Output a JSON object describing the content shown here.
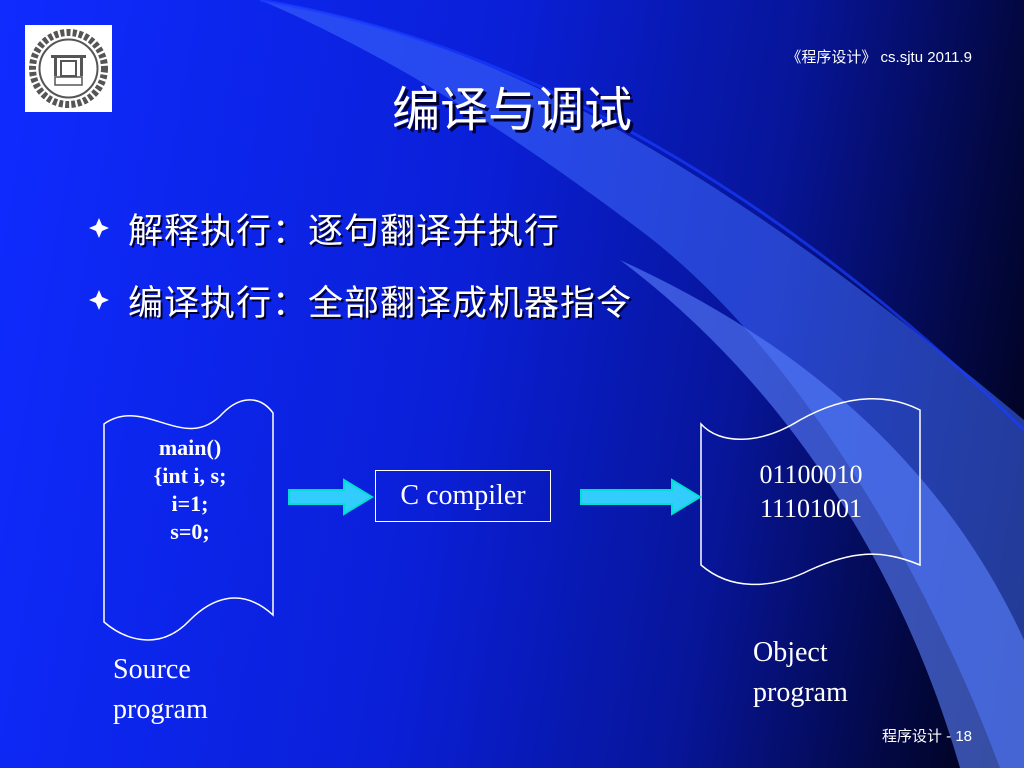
{
  "slide": {
    "header_note": "《程序设计》 cs.sjtu  2011.9",
    "title": "编译与调试",
    "bullets": [
      {
        "text": "解释执行：逐句翻译并执行"
      },
      {
        "text": "编译执行：全部翻译成机器指令"
      }
    ],
    "source_code": "main()\n{int i, s;\ni=1;\ns=0;",
    "compiler_label": "C compiler",
    "object_code": "01100010\n11101001",
    "source_caption": "Source\nprogram",
    "object_caption": "Object\nprogram",
    "footer": "程序设计 - 18"
  },
  "colors": {
    "background_light": "#0f2bff",
    "background_dark": "#000010",
    "swoosh": "#3f6cff",
    "arrow_fill": "#33ccff",
    "arrow_stroke": "#00e0d0",
    "text": "#ffffff"
  },
  "icons": {
    "logo": "sjtu-logo-icon",
    "bullet": "diamond-bullet-icon"
  }
}
